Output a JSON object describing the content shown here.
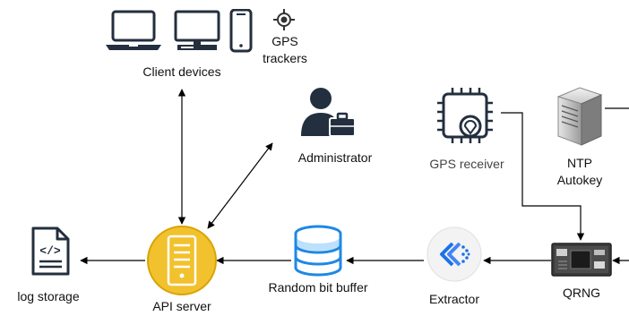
{
  "nodes": {
    "client_devices": {
      "label": "Client devices"
    },
    "gps_trackers": {
      "label_line1": "GPS",
      "label_line2": "trackers"
    },
    "administrator": {
      "label": "Administrator"
    },
    "gps_receiver": {
      "label": "GPS receiver"
    },
    "ntp_autokey": {
      "label_line1": "NTP",
      "label_line2": "Autokey"
    },
    "log_storage": {
      "label": "log storage"
    },
    "api_server": {
      "label": "API server"
    },
    "random_bit_buffer": {
      "label": "Random bit buffer"
    },
    "extractor": {
      "label": "Extractor"
    },
    "qrng": {
      "label": "QRNG"
    }
  },
  "edges": [
    {
      "from": "client_devices",
      "to": "api_server",
      "style": "bidirectional"
    },
    {
      "from": "administrator",
      "to": "api_server",
      "style": "bidirectional"
    },
    {
      "from": "api_server",
      "to": "log_storage",
      "style": "directed"
    },
    {
      "from": "random_bit_buffer",
      "to": "api_server",
      "style": "directed"
    },
    {
      "from": "extractor",
      "to": "random_bit_buffer",
      "style": "directed"
    },
    {
      "from": "qrng",
      "to": "extractor",
      "style": "directed"
    },
    {
      "from": "gps_receiver",
      "to": "qrng",
      "style": "directed"
    },
    {
      "from": "ntp_autokey",
      "to": "qrng",
      "style": "directed"
    }
  ],
  "colors": {
    "api_server_fill": "#F2C12E",
    "api_server_ring": "#D9A400",
    "buffer_blue": "#1E88E5",
    "extractor_blue": "#1A73E8",
    "icon_dark": "#232F3E"
  }
}
